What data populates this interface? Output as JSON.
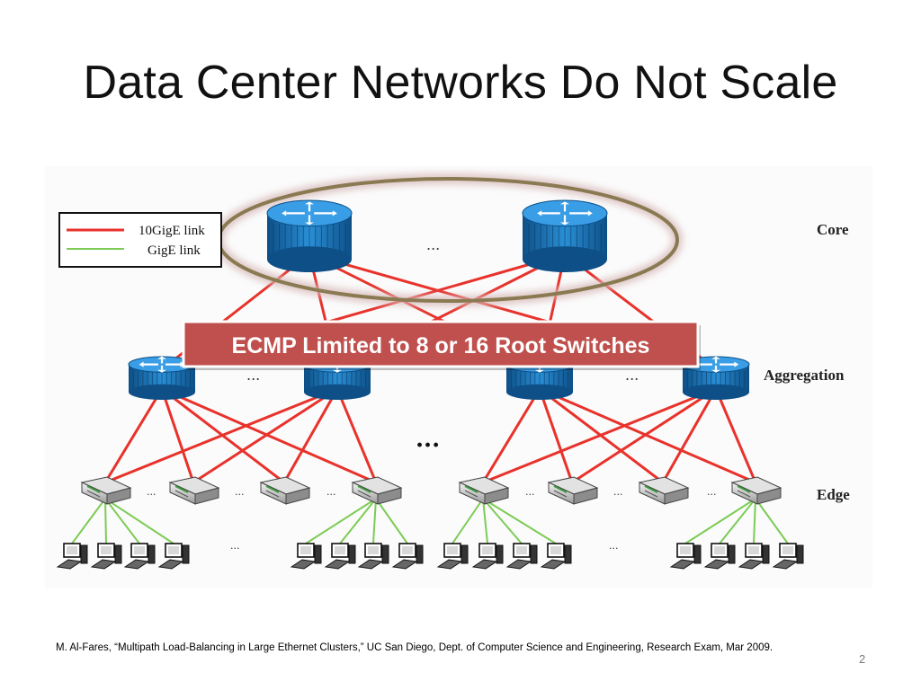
{
  "slide": {
    "title": "Data Center Networks Do Not Scale",
    "citation": "M. Al-Fares, “Multipath Load-Balancing in Large Ethernet Clusters,” UC San Diego, Dept. of Computer Science and Engineering, Research Exam, Mar 2009.",
    "page_number": "2"
  },
  "diagram": {
    "legend": {
      "items": [
        {
          "label": "10GigE link",
          "color": "#e8322b"
        },
        {
          "label": "GigE link",
          "color": "#7ccc55"
        }
      ]
    },
    "layers": {
      "core": "Core",
      "aggregation": "Aggregation",
      "edge": "Edge"
    },
    "callout": {
      "text": "ECMP Limited to 8 or 16 Root Switches",
      "color": "#c0504d"
    },
    "highlight_color": "#8a7a52",
    "router_color": "#1f7fc6",
    "ellipsis": "..."
  }
}
